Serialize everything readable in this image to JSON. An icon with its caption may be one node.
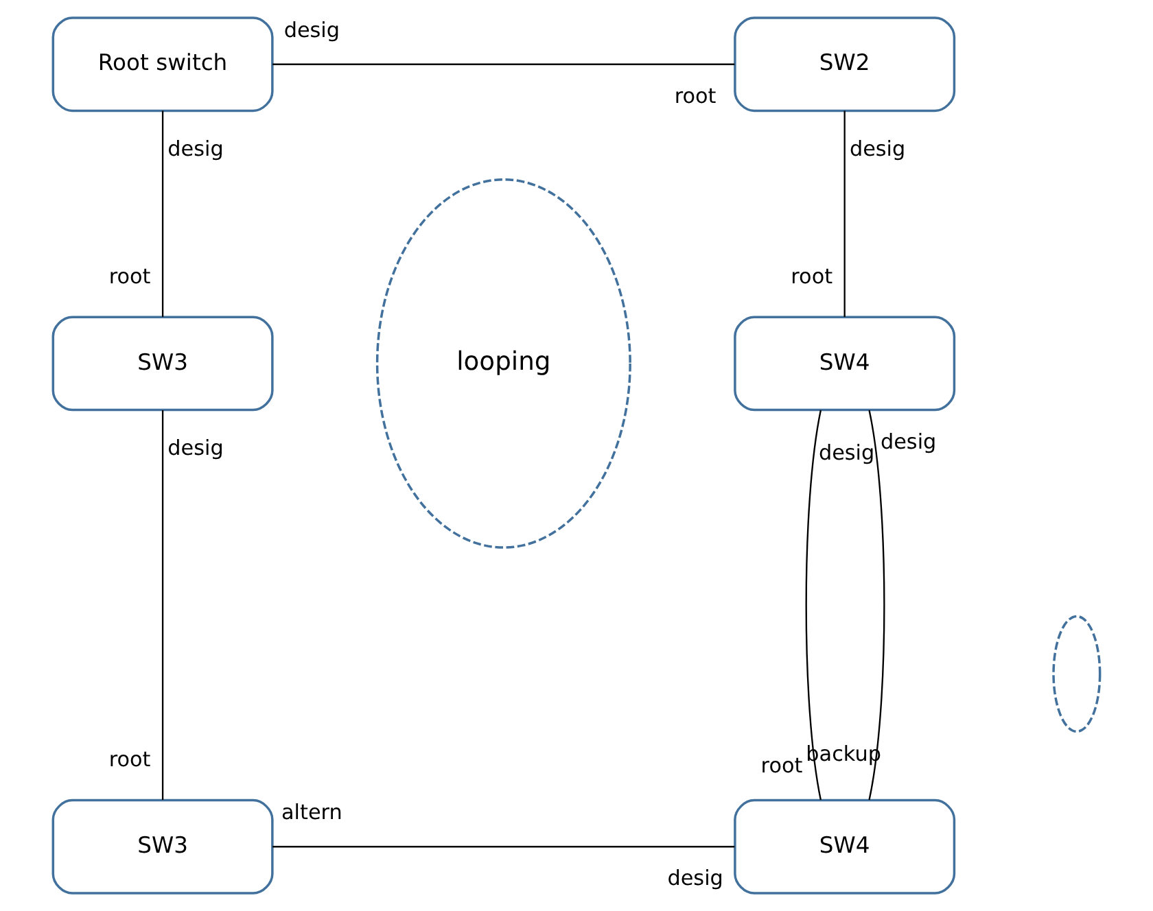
{
  "diagram": {
    "nodes": [
      {
        "text": [
          "Root switch"
        ]
      },
      {
        "text": [
          "SW2"
        ]
      },
      {
        "text": [
          "SW3"
        ]
      },
      {
        "text": [
          "SW4"
        ]
      },
      {
        "text": [
          "SW3"
        ]
      },
      {
        "text": [
          "SW4"
        ]
      },
      {
        "text": [
          "looping"
        ]
      },
      {
        "text": [],
        "shape": "ellipse"
      }
    ],
    "edges": [
      {
        "from": 0,
        "to": 1,
        "arrow": "none"
      },
      {
        "from": 0,
        "to": 2,
        "arrow": "none"
      },
      {
        "from": 1,
        "to": 3,
        "arrow": "none"
      },
      {
        "from": 2,
        "to": 4,
        "arrow": "none"
      },
      {
        "from": 3,
        "to": 5,
        "arrow": "none"
      },
      {
        "from": 3,
        "to": 5,
        "arrow": "none"
      },
      {
        "from": 4,
        "to": 5,
        "arrow": "none"
      }
    ],
    "labels": [
      "desig",
      "root",
      "desig",
      "desig",
      "root",
      "root",
      "desig",
      "desig",
      "desig",
      "root",
      "root",
      "backup",
      "altern",
      "desig"
    ]
  }
}
